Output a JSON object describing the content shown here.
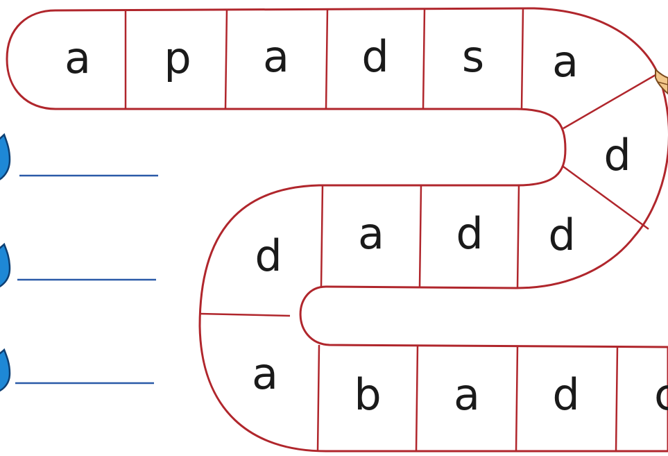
{
  "worksheet": {
    "board_cells": [
      "a",
      "p",
      "a",
      "d",
      "s",
      "a",
      "d",
      "d",
      "d",
      "a",
      "d",
      "a",
      "b",
      "a",
      "d",
      "c"
    ],
    "answer_lines": [
      {
        "value": ""
      },
      {
        "value": ""
      },
      {
        "value": ""
      }
    ],
    "colors": {
      "path_border": "#b0262c",
      "answer_line": "#2a5aa8",
      "drop_icon": "#1e88d6",
      "letter": "#1a1a1a"
    },
    "icons": [
      "water-drop-icon",
      "water-drop-icon",
      "water-drop-icon",
      "character-icon"
    ]
  }
}
